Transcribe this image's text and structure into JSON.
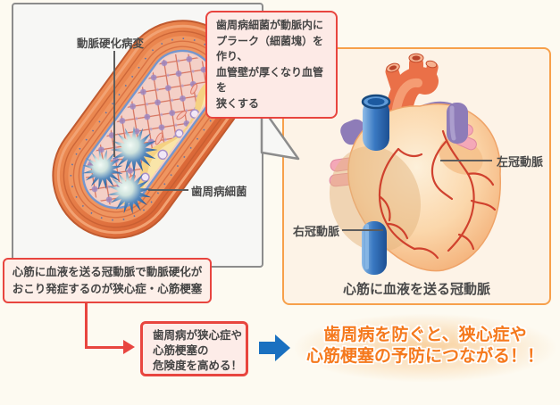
{
  "colors": {
    "red_border": "#e8453f",
    "orange_border": "#f7a04b",
    "gray_border": "#8c8c8c",
    "blue_arrow": "#1a70c0",
    "conclusion_orange": "#f5791d",
    "bacteria_blue": "#1c4f92",
    "plaque_yellow": "#f5d182"
  },
  "artery_panel": {
    "lesion_label": "動脈硬化病変",
    "bacteria_label": "歯周病細菌"
  },
  "bubble": {
    "lines": [
      "歯周病細菌が動脈内に",
      "プラーク（細菌塊）を作り、",
      "血管壁が厚くなり血管を",
      "狭くする"
    ]
  },
  "heart_panel": {
    "left_coronary_label": "左冠動脈",
    "right_coronary_label": "右冠動脈",
    "caption": "心筋に血液を送る冠動脈"
  },
  "cause_box": {
    "lines": [
      "心筋に血液を送る冠動脈で動脈硬化が",
      "おこり発症するのが狭心症・心筋梗塞"
    ]
  },
  "risk_box": {
    "lines": [
      "歯周病が狭心症や",
      "心筋梗塞の",
      "危険度を高める！"
    ]
  },
  "conclusion": {
    "lines": [
      "歯周病を防ぐと、狭心症や",
      "心筋梗塞の予防につながる！！"
    ]
  }
}
